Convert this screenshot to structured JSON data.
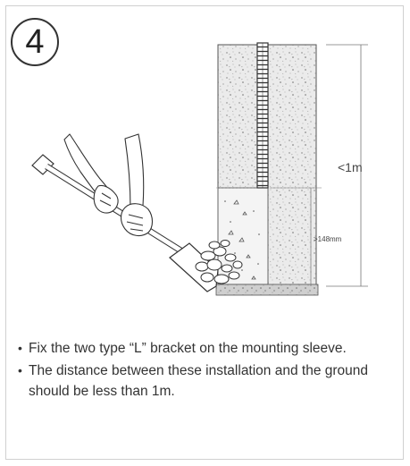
{
  "step": {
    "number": "4"
  },
  "labels": {
    "height_limit": "<1m",
    "bracket_depth": ">148mm"
  },
  "instructions": [
    "Fix the two type “L” bracket  on the mounting sleeve.",
    "The distance between these installation and the ground should be less than 1m."
  ],
  "icons": {
    "hands": "hands-holding-shovel-icon",
    "shovel": "shovel-icon",
    "gravel": "gravel-pile-icon",
    "post": "concrete-post-icon",
    "bracket": "l-bracket-icon"
  }
}
